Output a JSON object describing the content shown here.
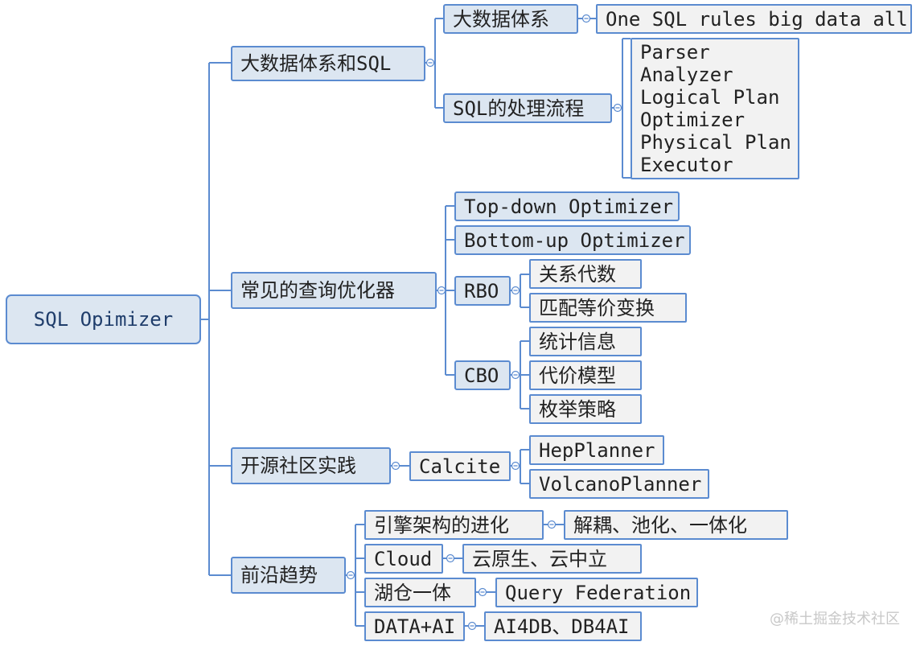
{
  "root": "SQL Opimizer",
  "branches": {
    "b1": {
      "label": "大数据体系和SQL",
      "c1": {
        "label": "大数据体系",
        "leaf": "One SQL rules big data all"
      },
      "c2": {
        "label": "SQL的处理流程",
        "steps": [
          "Parser",
          "Analyzer",
          "Logical Plan",
          "Optimizer",
          "Physical Plan",
          "Executor"
        ]
      }
    },
    "b2": {
      "label": "常见的查询优化器",
      "c1": "Top-down Optimizer",
      "c2": "Bottom-up Optimizer",
      "rbo": {
        "label": "RBO",
        "items": [
          "关系代数",
          "匹配等价变换"
        ]
      },
      "cbo": {
        "label": "CBO",
        "items": [
          "统计信息",
          "代价模型",
          "枚举策略"
        ]
      }
    },
    "b3": {
      "label": "开源社区实践",
      "calcite": {
        "label": "Calcite",
        "items": [
          "HepPlanner",
          "VolcanoPlanner"
        ]
      }
    },
    "b4": {
      "label": "前沿趋势",
      "items": [
        {
          "label": "引擎架构的进化",
          "leaf": "解耦、池化、一体化"
        },
        {
          "label": "Cloud",
          "leaf": "云原生、云中立"
        },
        {
          "label": "湖仓一体",
          "leaf": "Query Federation"
        },
        {
          "label": "DATA+AI",
          "leaf": "AI4DB、DB4AI"
        }
      ]
    }
  },
  "watermark": "@稀土掘金技术社区",
  "colors": {
    "border": "#5b8bd0",
    "level1_fill": "#dce6f1",
    "level2_fill": "#f2f2f2",
    "line": "#5b8bd0"
  }
}
